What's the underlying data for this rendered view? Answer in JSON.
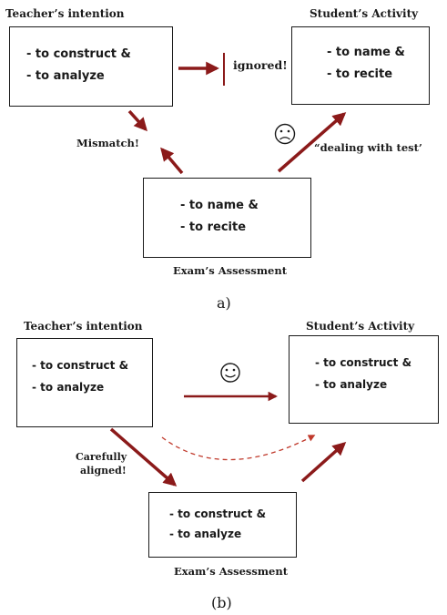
{
  "panel_a": {
    "teacher_title": "Teacher’s intention",
    "student_title": "Student’s Activity",
    "exam_title": "Exam’s Assessment",
    "teacher_lines": [
      "- to construct &",
      "- to analyze"
    ],
    "student_lines": [
      "- to name &",
      "- to recite"
    ],
    "exam_lines": [
      "- to name &",
      "- to recite"
    ],
    "ignored_label": "ignored!",
    "mismatch_label": "Mismatch!",
    "dealing_label": "“dealing with test’",
    "face_icon": "sad-face-icon",
    "caption": "a)"
  },
  "panel_b": {
    "teacher_title": "Teacher’s intention",
    "student_title": "Student’s Activity",
    "exam_title": "Exam’s Assessment",
    "teacher_lines": [
      "- to construct &",
      "- to analyze"
    ],
    "student_lines": [
      "- to construct &",
      "- to analyze"
    ],
    "exam_lines": [
      "- to construct &",
      "- to analyze"
    ],
    "aligned_label_1": "Carefully",
    "aligned_label_2": "aligned!",
    "face_icon": "smiley-face-icon",
    "caption": "(b)"
  },
  "colors": {
    "arrow": "#8b1a1a",
    "box_border": "#1a1a1a",
    "text": "#1a1a1a"
  }
}
